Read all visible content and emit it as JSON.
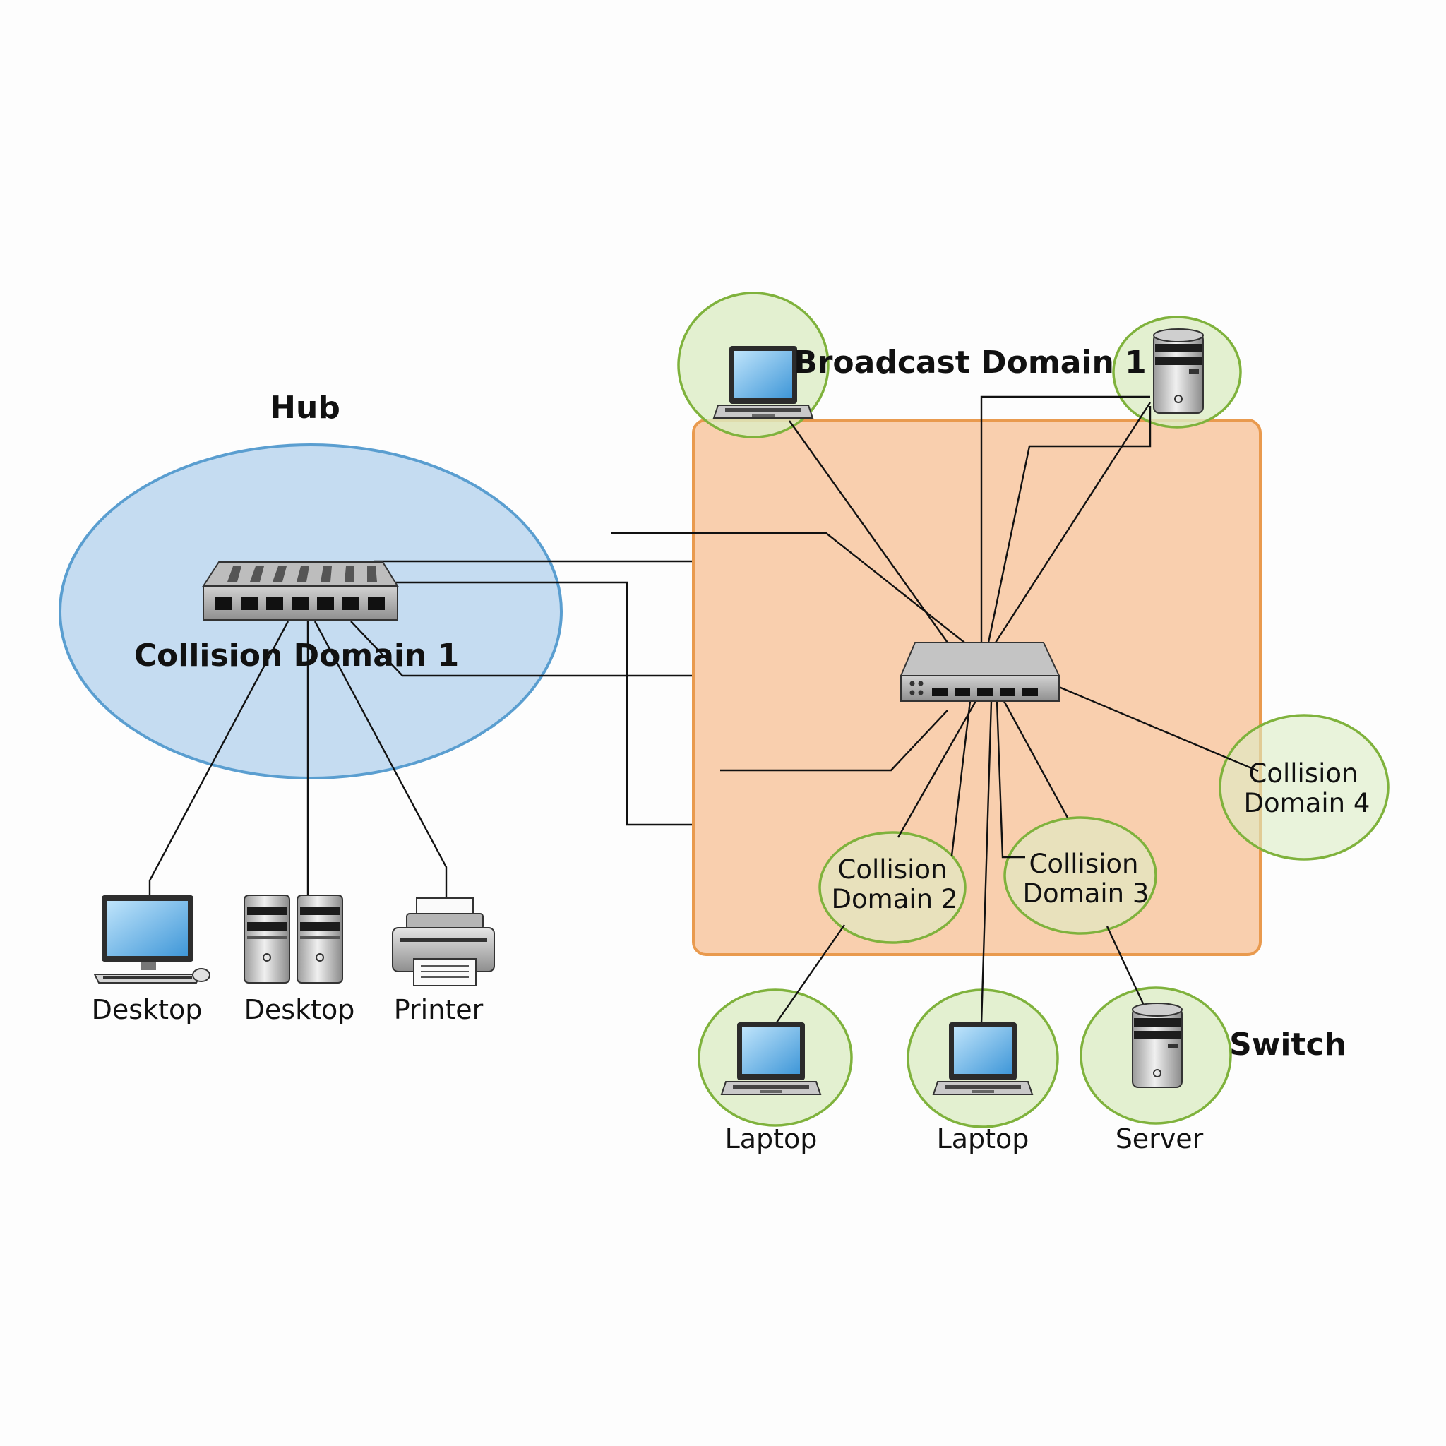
{
  "labels": {
    "hub": "Hub",
    "switch": "Switch",
    "broadcast_domain": "Broadcast Domain 1",
    "collision_domain_1": "Collision Domain 1",
    "collision_domain_2_line1": "Collision",
    "collision_domain_2_line2": "Domain 2",
    "collision_domain_3_line1": "Collision",
    "collision_domain_3_line2": "Domain 3",
    "collision_domain_4_line1": "Collision",
    "collision_domain_4_line2": "Domain 4"
  },
  "hub_devices": [
    {
      "label": "Desktop",
      "icon": "desktop-icon"
    },
    {
      "label": "Desktop",
      "icon": "tower-pc-icon"
    },
    {
      "label": "Printer",
      "icon": "printer-icon"
    }
  ],
  "switch_devices": [
    {
      "label": "Laptop",
      "icon": "laptop-icon"
    },
    {
      "label": "Laptop",
      "icon": "laptop-icon"
    },
    {
      "label": "Server",
      "icon": "server-icon"
    }
  ],
  "colors": {
    "collision_domain_hub_fill": "#c5dcf1",
    "collision_domain_hub_stroke": "#5a9ed0",
    "broadcast_domain_fill": "#f9cfae",
    "broadcast_domain_stroke": "#e99a4e",
    "collision_circle_fill": "#dcecc4",
    "collision_circle_stroke": "#7fb23c"
  }
}
